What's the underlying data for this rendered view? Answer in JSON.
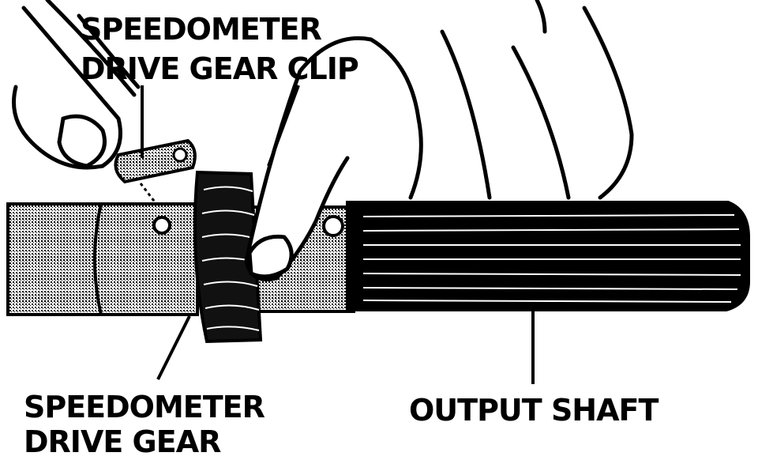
{
  "labels": {
    "clip_line1": "SPEEDOMETER",
    "clip_line2": "DRIVE GEAR CLIP",
    "gear_line1": "SPEEDOMETER",
    "gear_line2": "DRIVE GEAR",
    "shaft": "OUTPUT SHAFT"
  },
  "colors": {
    "ink": "#000000",
    "paper": "#ffffff",
    "stipple": "#bdbdbd"
  }
}
